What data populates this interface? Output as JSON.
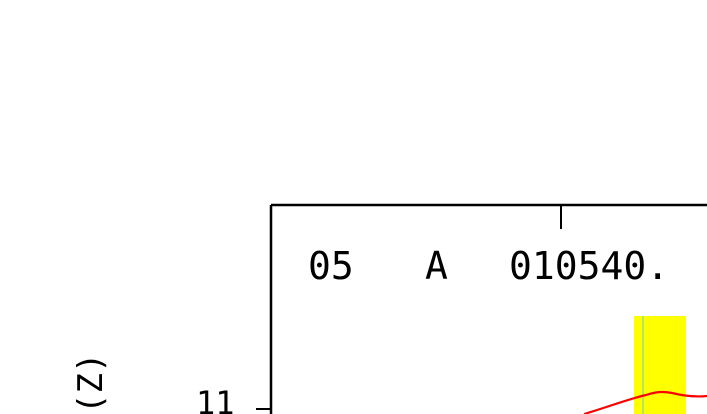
{
  "chart_data": {
    "type": "line",
    "title": "",
    "header_fields": [
      "05",
      "A",
      "010540."
    ],
    "xlabel": "",
    "ylabel": "(Z)",
    "y_tick_labels": [
      "11"
    ],
    "highlight_color": "#ffff00",
    "series": [
      {
        "color": "#ff0000",
        "values": []
      }
    ],
    "frame_color": "#000000"
  }
}
